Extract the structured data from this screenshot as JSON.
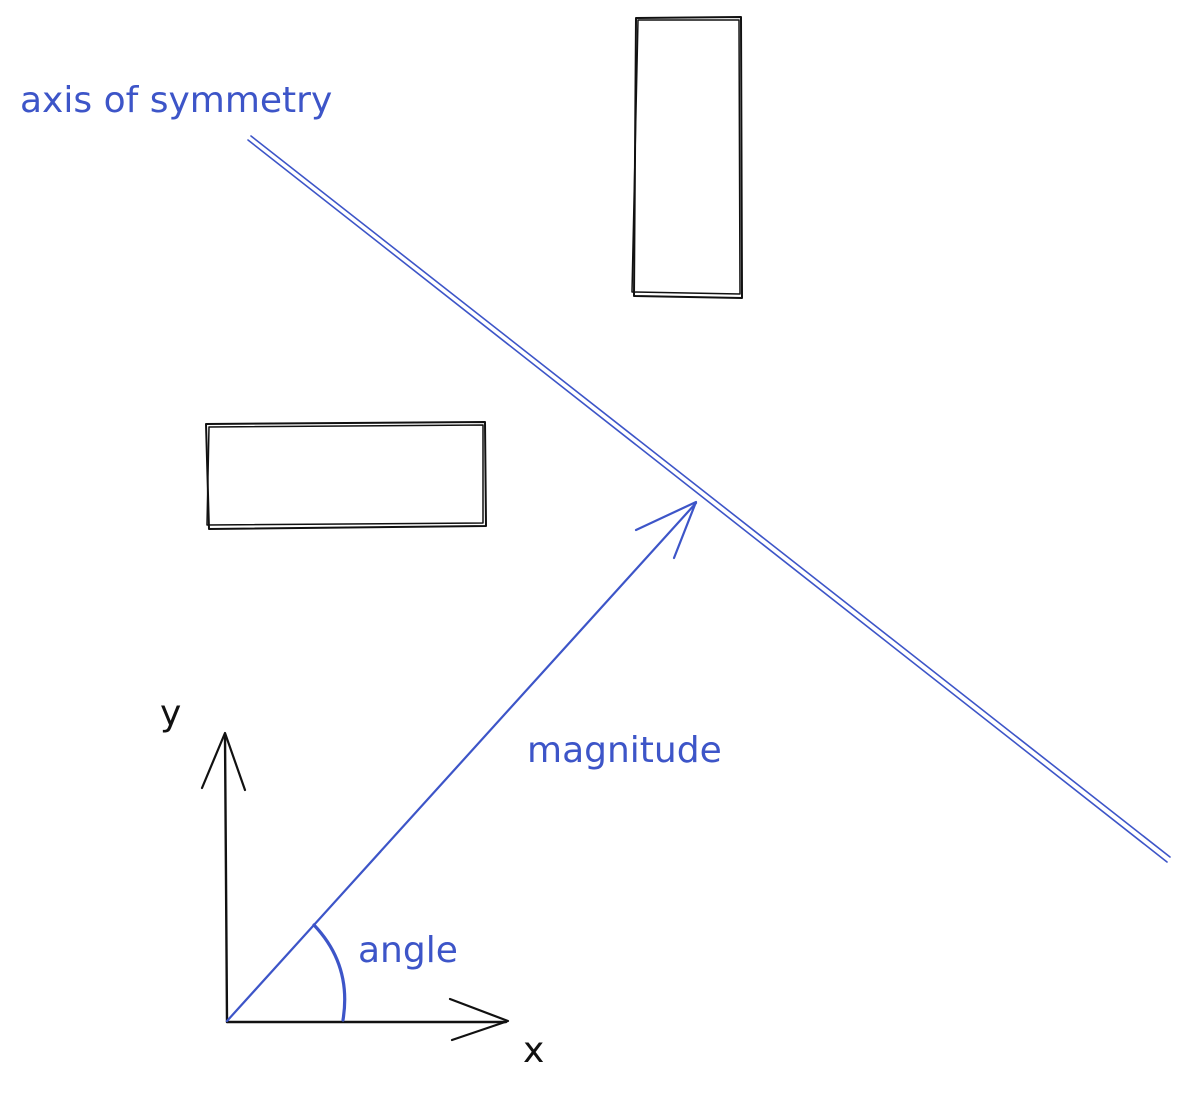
{
  "labels": {
    "axis_of_symmetry": "axis of symmetry",
    "magnitude": "magnitude",
    "angle": "angle",
    "x_axis": "x",
    "y_axis": "y"
  },
  "colors": {
    "blue_ink": "#3d55c8",
    "black_ink": "#111111",
    "background": "#ffffff"
  }
}
